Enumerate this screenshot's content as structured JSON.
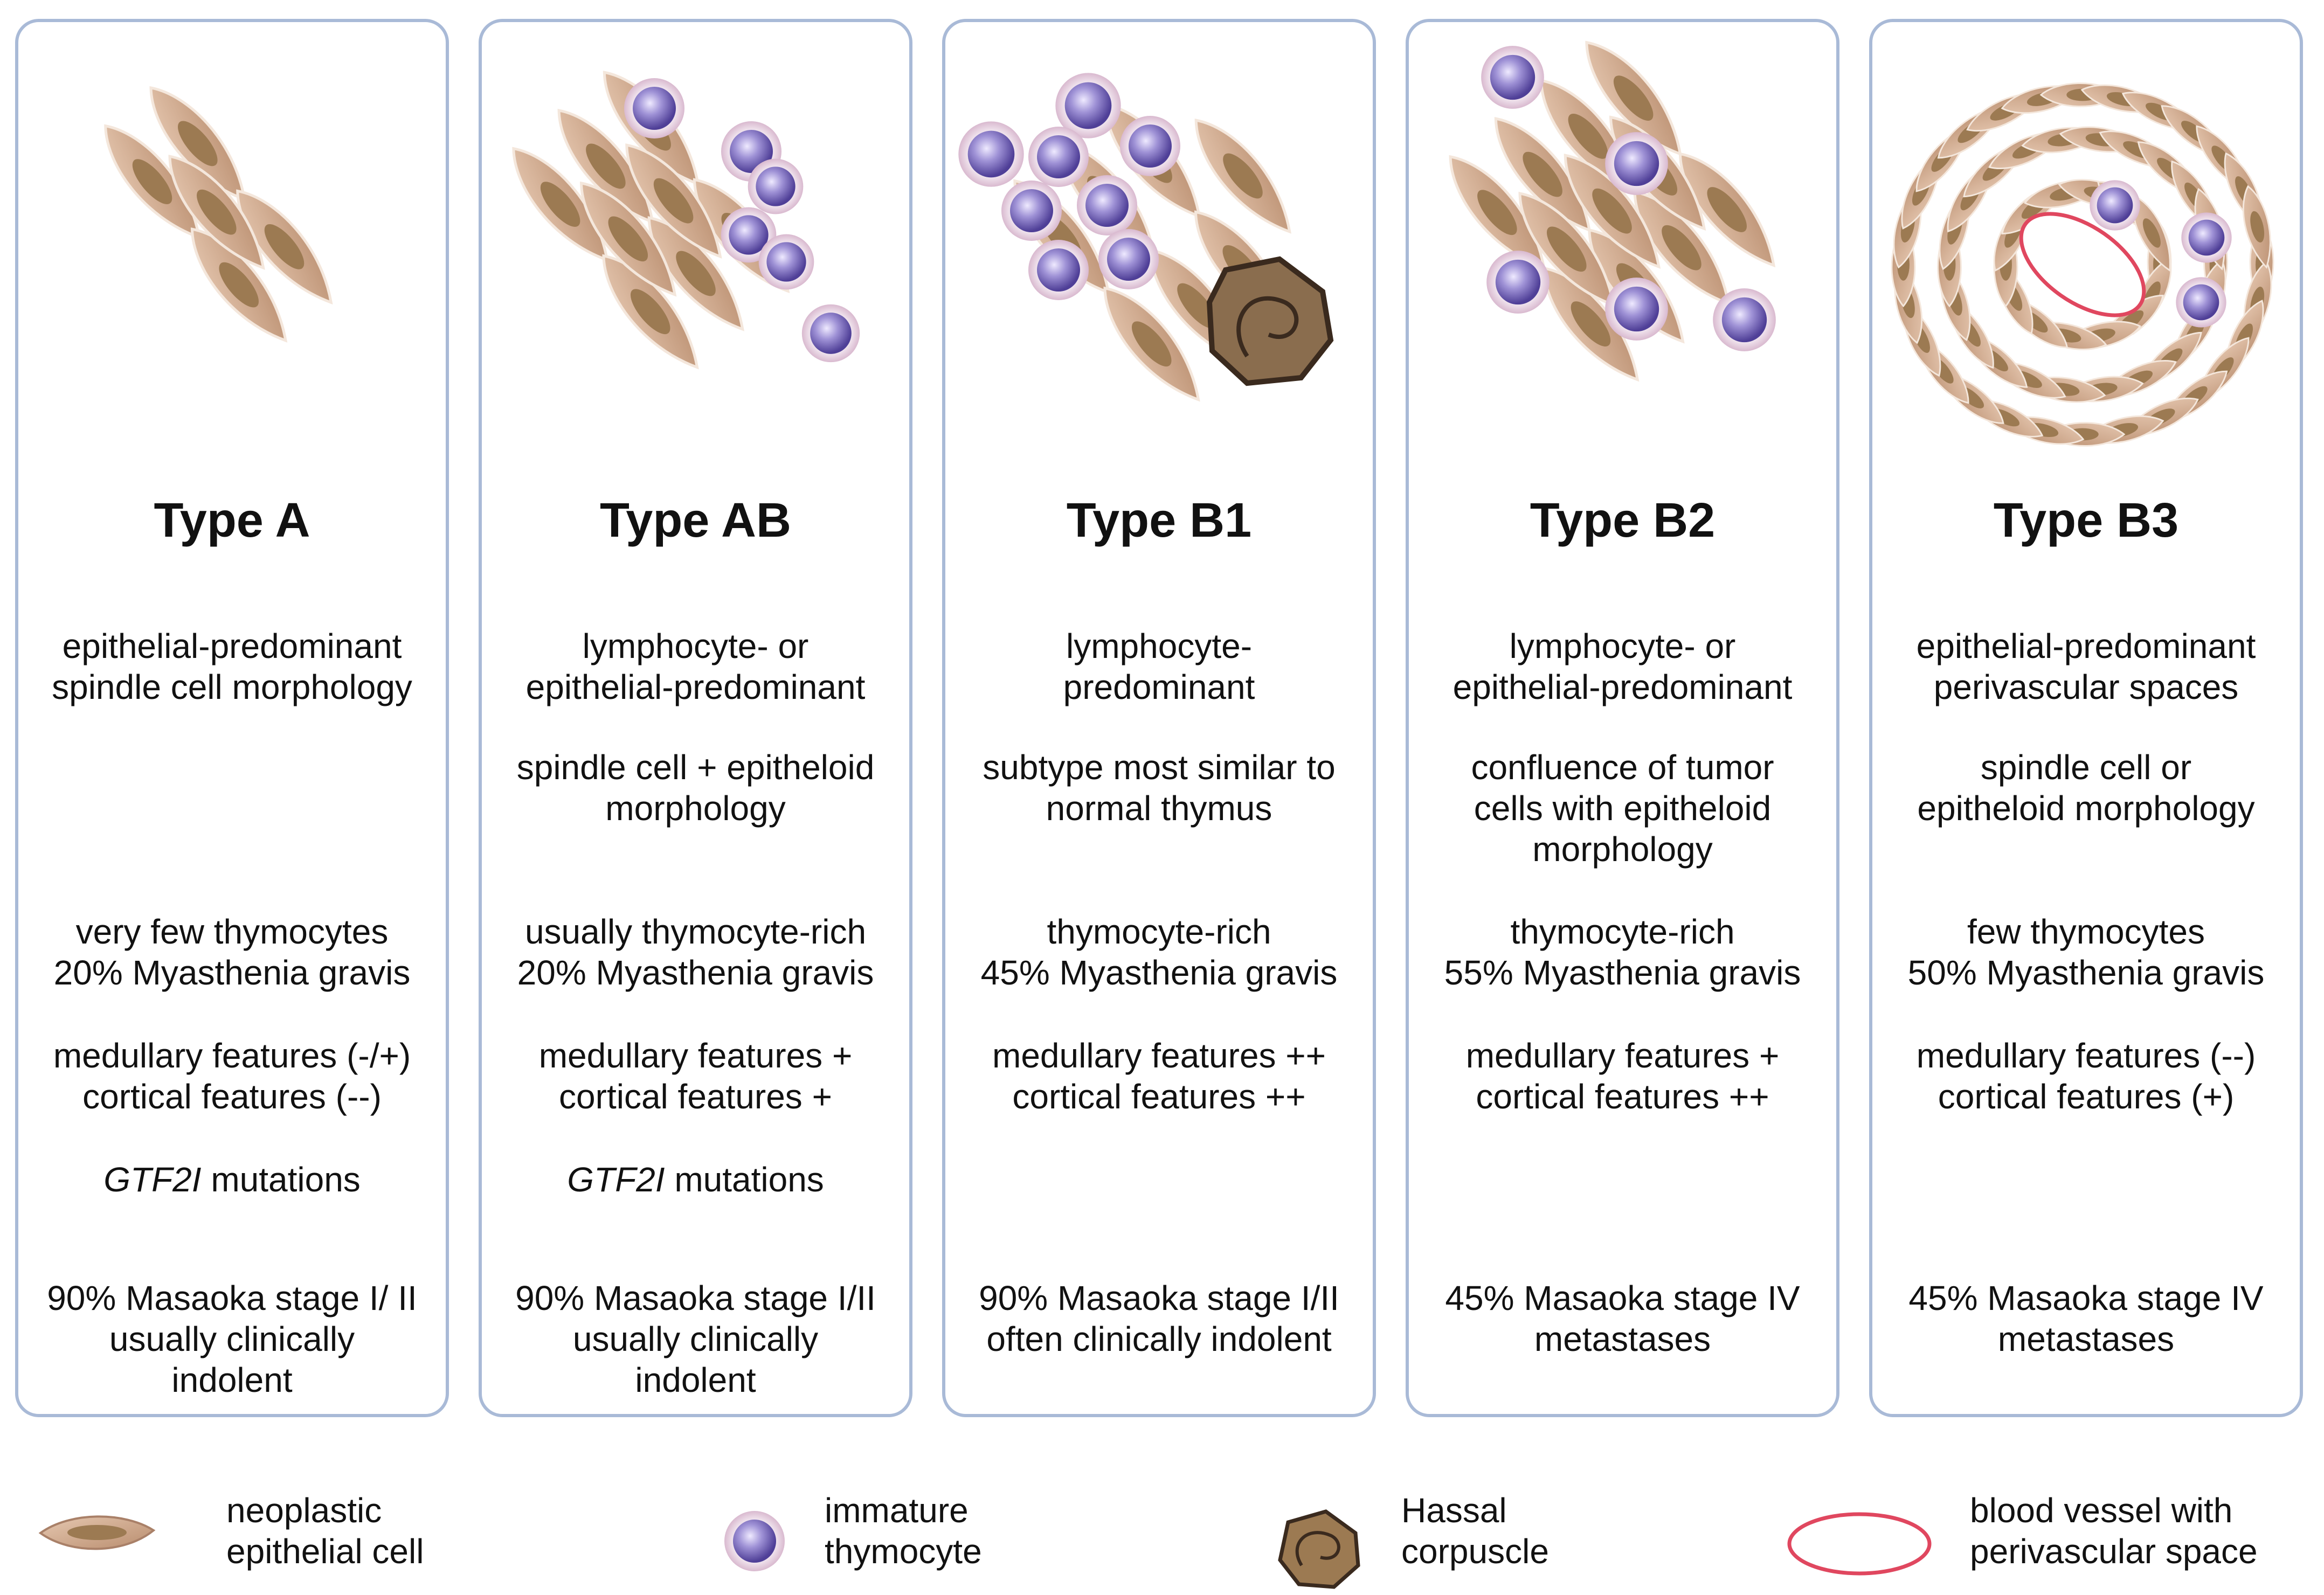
{
  "panels": [
    {
      "title": "Type A",
      "morph": "epithelial-predominant\nspindle cell morphology",
      "morph2": "",
      "thymocytes": "very few thymocytes\n20% Myasthenia gravis",
      "features": "medullary features (-/+)\ncortical features (--)",
      "gene_italic": "GTF2I",
      "gene_text": " mutations",
      "stage": "90% Masaoka stage I/ II\nusually clinically\nindolent"
    },
    {
      "title": "Type AB",
      "morph": "lymphocyte- or\nepithelial-predominant",
      "morph2": "spindle cell + epitheloid\nmorphology",
      "thymocytes": "usually thymocyte-rich\n20% Myasthenia gravis",
      "features": "medullary features +\ncortical features +",
      "gene_italic": "GTF2I",
      "gene_text": " mutations",
      "stage": "90% Masaoka stage I/II\nusually clinically\nindolent"
    },
    {
      "title": "Type B1",
      "morph": "lymphocyte-\npredominant",
      "morph2": "subtype most similar to\nnormal thymus",
      "thymocytes": "thymocyte-rich\n45% Myasthenia gravis",
      "features": "medullary features ++\ncortical features ++",
      "gene_italic": "",
      "gene_text": "",
      "stage": "90% Masaoka stage I/II\noften clinically indolent"
    },
    {
      "title": "Type B2",
      "morph": "lymphocyte- or\nepithelial-predominant",
      "morph2": "confluence of tumor\ncells with epitheloid\nmorphology",
      "thymocytes": "thymocyte-rich\n55% Myasthenia gravis",
      "features": "medullary features +\ncortical features ++",
      "gene_italic": "",
      "gene_text": "",
      "stage": "45% Masaoka stage IV\nmetastases"
    },
    {
      "title": "Type B3",
      "morph": "epithelial-predominant\nperivascular spaces",
      "morph2": "spindle cell or\nepitheloid morphology",
      "thymocytes": "few thymocytes\n50% Myasthenia gravis",
      "features": "medullary features (--)\ncortical features (+)",
      "gene_italic": "",
      "gene_text": "",
      "stage": "45% Masaoka stage IV\nmetastases"
    }
  ],
  "legend": {
    "epithelial": "neoplastic\nepithelial cell",
    "thymocyte": "immature\nthymocyte",
    "hassal": "Hassal\ncorpuscle",
    "vessel": "blood vessel with\nperivascular space"
  },
  "colors": {
    "panel_border": "#a9bad7",
    "cell_fill": "#c9a184",
    "nucleus": "#9c7a52",
    "thymocyte": "#8f83c6",
    "vessel": "#e0475f"
  }
}
